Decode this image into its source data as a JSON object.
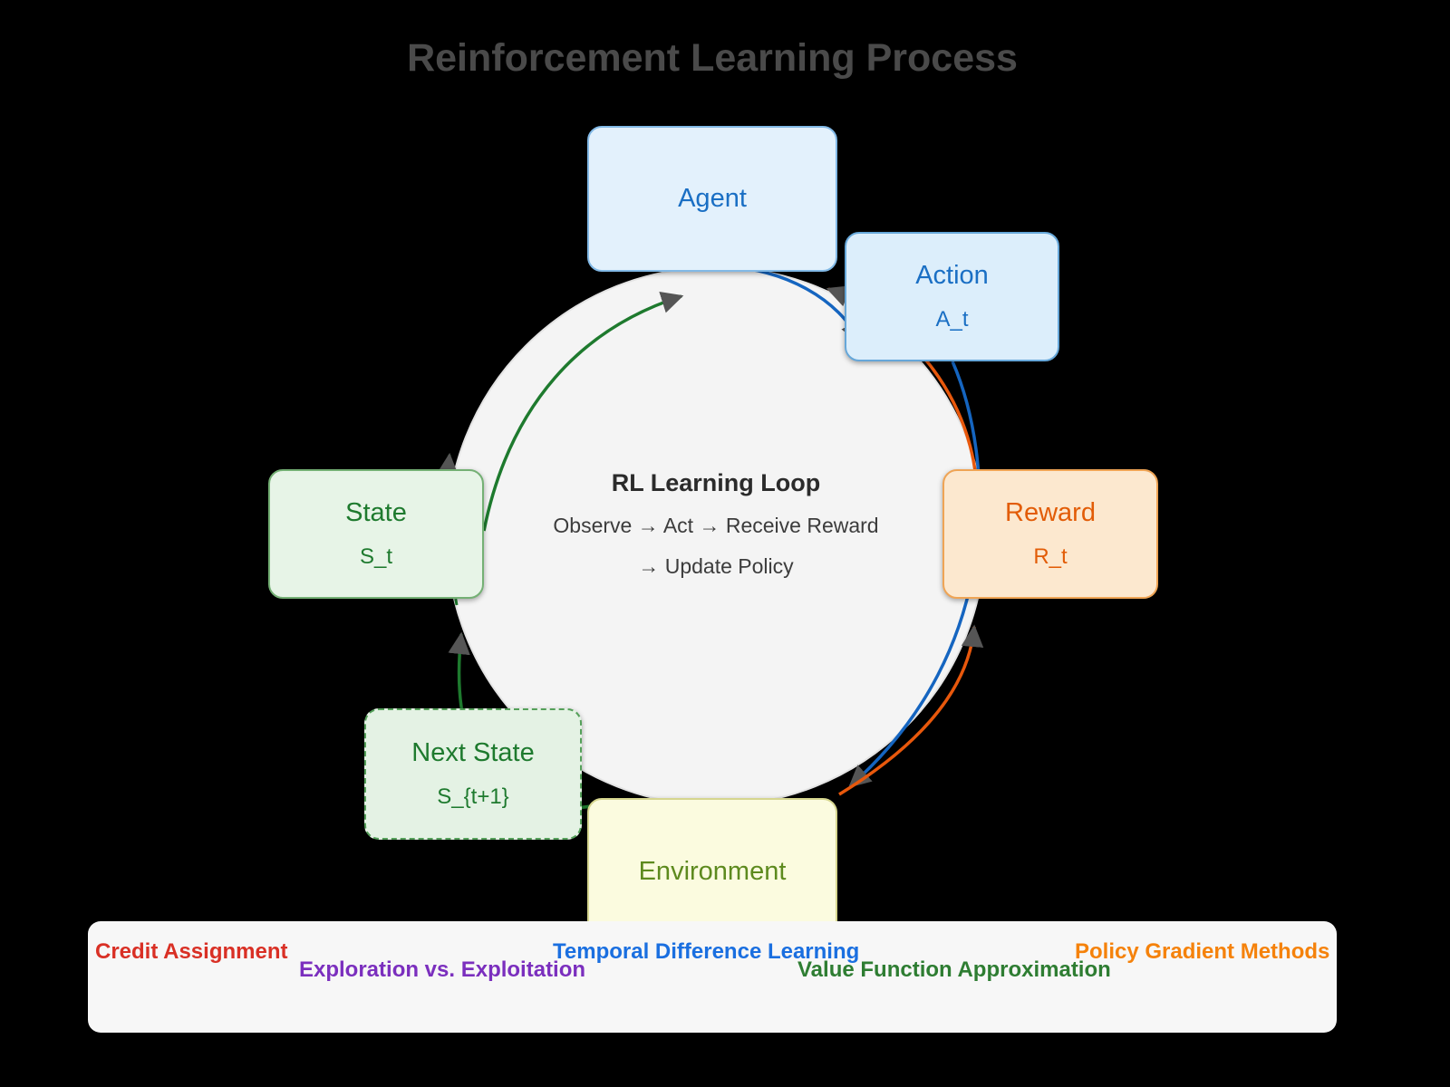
{
  "title": "Reinforcement Learning Process",
  "loop": {
    "heading": "RL Learning Loop",
    "line1": "Observe → Act → Receive Reward",
    "line2": "→ Update Policy"
  },
  "nodes": {
    "agent": {
      "label": "Agent",
      "fill": "#e3f1fc",
      "border": "#82b9e6",
      "text": "#1a6fc4"
    },
    "action": {
      "label": "Action",
      "symbol": "A_t",
      "fill": "#dceefb",
      "border": "#66a7d9",
      "text": "#1a6fc4"
    },
    "reward": {
      "label": "Reward",
      "symbol": "R_t",
      "fill": "#fce8cf",
      "border": "#efa455",
      "text": "#e25c07"
    },
    "state": {
      "label": "State",
      "symbol": "S_t",
      "fill": "#e7f4e7",
      "border": "#74b074",
      "text": "#1e7a2e"
    },
    "next_state": {
      "label": "Next State",
      "symbol": "S_{t+1}",
      "fill": "#e4f2e4",
      "border": "#55a05a",
      "text": "#1e7a2e"
    },
    "environment": {
      "label": "Environment",
      "fill": "#fbfbdf",
      "border": "#d6d68f",
      "text": "#5d8a1e"
    }
  },
  "circle": {
    "fill": "#f4f4f4",
    "border": "#e4e4e4"
  },
  "edges": {
    "state_to_agent": "#1e7a2e",
    "env_to_next_state": "#1e7a2e",
    "next_state_to_state": "#1e7a2e",
    "agent_to_action": "#1565c0",
    "action_to_env": "#1565c0",
    "env_to_reward": "#e8580c",
    "reward_to_agent": "#e8580c",
    "arrowhead": "#555555"
  },
  "concepts": [
    {
      "label": "Credit Assignment",
      "color": "#d93025"
    },
    {
      "label": "Exploration vs. Exploitation",
      "color": "#7b2fbe"
    },
    {
      "label": "Temporal Difference Learning",
      "color": "#1a6fe0"
    },
    {
      "label": "Value Function Approximation",
      "color": "#2e7d32"
    },
    {
      "label": "Policy Gradient Methods",
      "color": "#f5820b"
    }
  ]
}
